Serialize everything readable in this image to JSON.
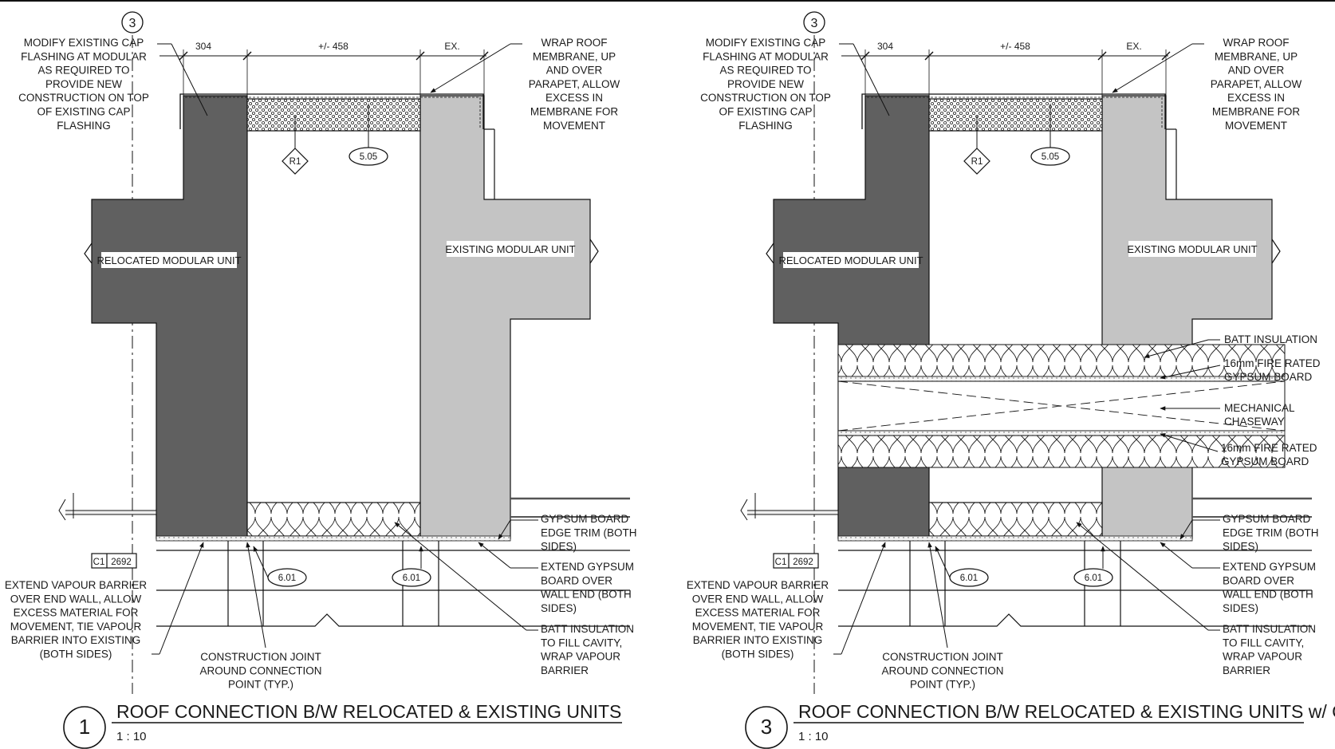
{
  "left": {
    "bubble_top": "3",
    "notes_left": [
      "MODIFY EXISTING CAP",
      "FLASHING AT MODULAR",
      "AS REQUIRED TO",
      "PROVIDE NEW",
      "CONSTRUCTION ON TOP",
      "OF EXISTING CAP",
      "FLASHING"
    ],
    "notes_right_top": [
      "WRAP ROOF",
      "MEMBRANE, UP",
      "AND OVER",
      "PARAPET, ALLOW",
      "EXCESS IN",
      "MEMBRANE FOR",
      "MOVEMENT"
    ],
    "dims": [
      "304",
      "+/- 458",
      "EX."
    ],
    "tag_r1": "R1",
    "tag_505": "5.05",
    "unit_left": "RELOCATED MODULAR UNIT",
    "unit_right": "EXISTING MODULAR UNIT",
    "ref_c1": "C1",
    "ref_2692": "2692",
    "tag_601a": "6.01",
    "tag_601b": "6.01",
    "note_vapour": [
      "EXTEND VAPOUR BARRIER",
      "OVER END WALL, ALLOW",
      "EXCESS MATERIAL FOR",
      "MOVEMENT, TIE VAPOUR",
      "BARRIER INTO EXISTING",
      "(BOTH SIDES)"
    ],
    "note_joint": [
      "CONSTRUCTION JOINT",
      "AROUND CONNECTION",
      "POINT (TYP.)"
    ],
    "note_trim": [
      "GYPSUM BOARD",
      "EDGE TRIM (BOTH",
      "SIDES)"
    ],
    "note_extend": [
      "EXTEND GYPSUM",
      "BOARD OVER",
      "WALL END (BOTH",
      "SIDES)"
    ],
    "note_batt": [
      "BATT INSULATION",
      "TO FILL CAVITY,",
      "WRAP VAPOUR",
      "BARRIER"
    ],
    "title_number": "1",
    "title": "ROOF CONNECTION B/W RELOCATED & EXISTING UNITS",
    "scale": "1 : 10"
  },
  "right": {
    "bubble_top": "3",
    "notes_left": [
      "MODIFY EXISTING CAP",
      "FLASHING AT MODULAR",
      "AS REQUIRED TO",
      "PROVIDE NEW",
      "CONSTRUCTION ON TOP",
      "OF EXISTING CAP",
      "FLASHING"
    ],
    "notes_right_top": [
      "WRAP ROOF",
      "MEMBRANE, UP",
      "AND OVER",
      "PARAPET, ALLOW",
      "EXCESS IN",
      "MEMBRANE FOR",
      "MOVEMENT"
    ],
    "dims": [
      "304",
      "+/- 458",
      "EX."
    ],
    "tag_r1": "R1",
    "tag_505": "5.05",
    "unit_left": "RELOCATED MODULAR UNIT",
    "unit_right": "EXISTING MODULAR UNIT",
    "ref_c1": "C1",
    "ref_2692": "2692",
    "tag_601a": "6.01",
    "tag_601b": "6.01",
    "note_batt_ins": "BATT INSULATION",
    "note_fire1": [
      "16mm FIRE RATED",
      "GYPSUM BOARD"
    ],
    "note_chase": [
      "MECHANICAL",
      "CHASEWAY"
    ],
    "note_fire2": [
      "16mm FIRE RATED",
      "GYPSUM BOARD"
    ],
    "note_vapour": [
      "EXTEND VAPOUR BARRIER",
      "OVER END WALL, ALLOW",
      "EXCESS MATERIAL FOR",
      "MOVEMENT, TIE VAPOUR",
      "BARRIER INTO EXISTING",
      "(BOTH SIDES)"
    ],
    "note_joint": [
      "CONSTRUCTION JOINT",
      "AROUND CONNECTION",
      "POINT (TYP.)"
    ],
    "note_trim": [
      "GYPSUM BOARD",
      "EDGE TRIM (BOTH",
      "SIDES)"
    ],
    "note_extend": [
      "EXTEND GYPSUM",
      "BOARD OVER",
      "WALL END (BOTH",
      "SIDES)"
    ],
    "note_batt": [
      "BATT INSULATION",
      "TO FILL CAVITY,",
      "WRAP VAPOUR",
      "BARRIER"
    ],
    "title_number": "3",
    "title": "ROOF CONNECTION B/W RELOCATED & EXISTING UNITS w/ CHASE",
    "scale": "1 : 10"
  }
}
